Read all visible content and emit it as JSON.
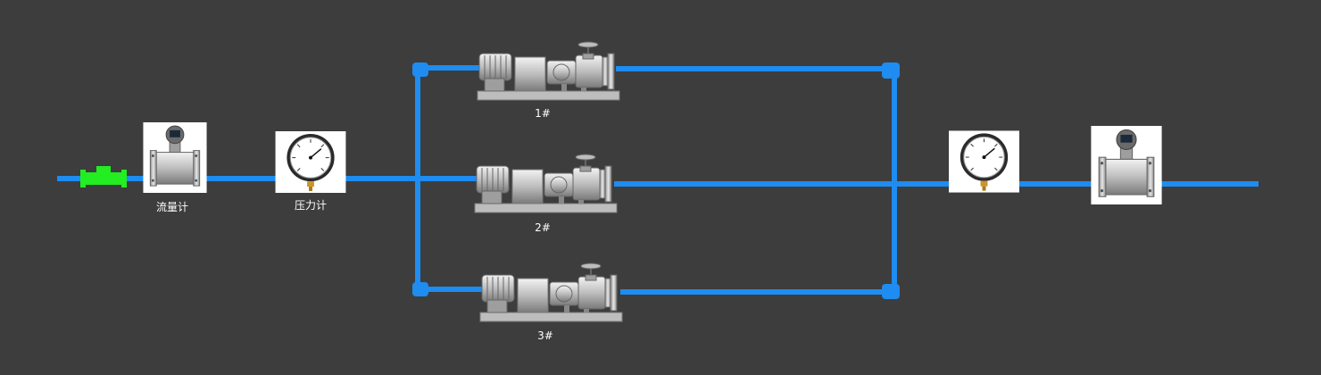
{
  "labels": {
    "flowmeter_1": "流量计",
    "pressure_gauge_1": "压力计",
    "pump_1": "1#",
    "pump_2": "2#",
    "pump_3": "3#"
  },
  "colors": {
    "background": "#3d3d3d",
    "pipe": "#1e8cf0",
    "valve": "#22ee22",
    "label": "#ffffff"
  },
  "devices": [
    {
      "id": "valve",
      "icon": "gate-valve-icon"
    },
    {
      "id": "flowmeter_1",
      "icon": "turbine-flowmeter-icon"
    },
    {
      "id": "pressure_gauge_1",
      "icon": "pressure-gauge-icon"
    },
    {
      "id": "pump_1",
      "icon": "centrifugal-pump-icon"
    },
    {
      "id": "pump_2",
      "icon": "centrifugal-pump-icon"
    },
    {
      "id": "pump_3",
      "icon": "centrifugal-pump-icon"
    },
    {
      "id": "pressure_gauge_2",
      "icon": "pressure-gauge-icon"
    },
    {
      "id": "flowmeter_2",
      "icon": "turbine-flowmeter-icon"
    }
  ]
}
